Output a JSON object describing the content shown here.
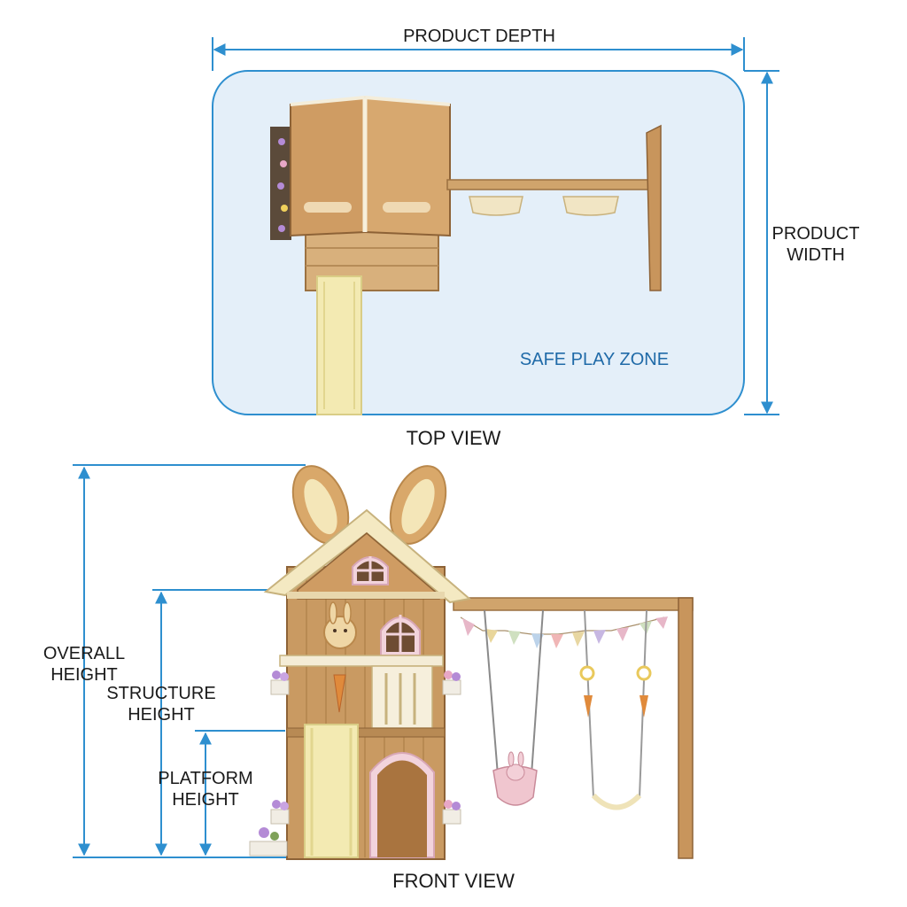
{
  "top_view": {
    "caption": "TOP VIEW",
    "depth_label": "PRODUCT DEPTH",
    "width_label_1": "PRODUCT",
    "width_label_2": "WIDTH",
    "zone_label": "SAFE PLAY ZONE"
  },
  "front_view": {
    "caption": "FRONT VIEW",
    "overall_1": "OVERALL",
    "overall_2": "HEIGHT",
    "structure_1": "STRUCTURE",
    "structure_2": "HEIGHT",
    "platform_1": "PLATFORM",
    "platform_2": "HEIGHT"
  },
  "colors": {
    "dimension_line": "#2e8fcf",
    "safe_zone_fill": "#e4eff9",
    "wood": "#c99a62",
    "slide": "#f3eab2"
  }
}
